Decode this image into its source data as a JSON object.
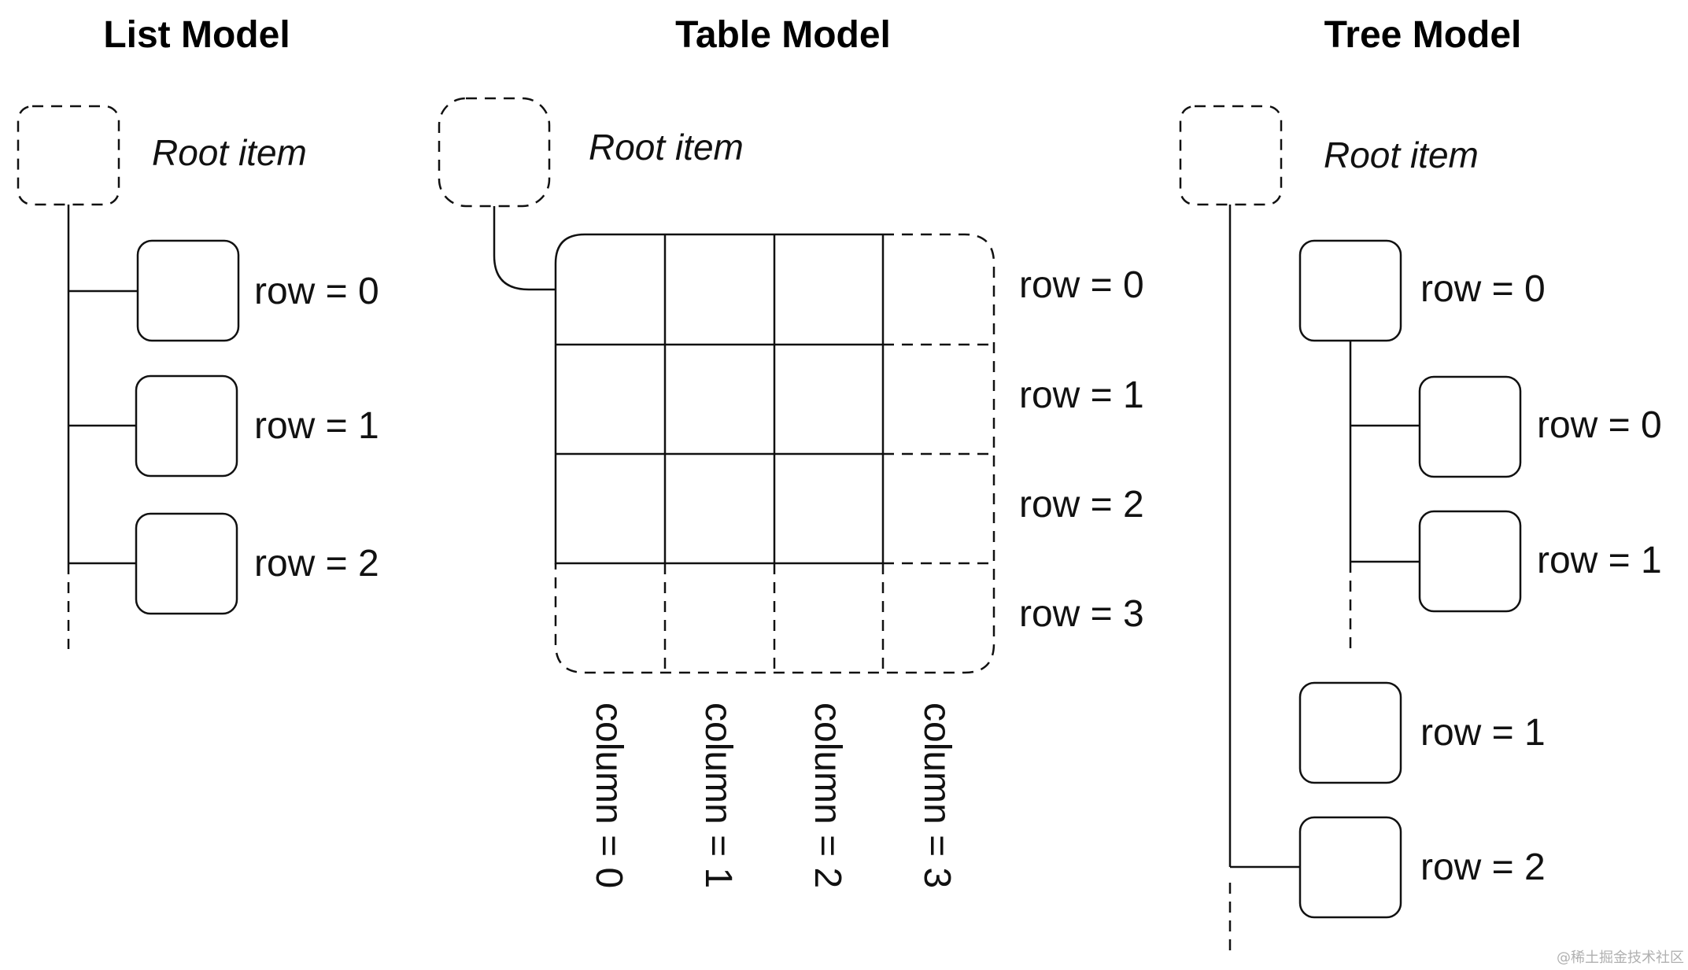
{
  "list_model": {
    "title": "List Model",
    "root_label": "Root item",
    "rows": [
      "row = 0",
      "row = 1",
      "row = 2"
    ]
  },
  "table_model": {
    "title": "Table Model",
    "root_label": "Root item",
    "rows": [
      "row = 0",
      "row = 1",
      "row = 2",
      "row = 3"
    ],
    "columns": [
      "column = 0",
      "column = 1",
      "column = 2",
      "column = 3"
    ]
  },
  "tree_model": {
    "title": "Tree Model",
    "root_label": "Root item",
    "top_rows": [
      "row = 0",
      "row = 1",
      "row = 2"
    ],
    "child_rows": [
      "row = 0",
      "row = 1"
    ]
  },
  "watermark": "@稀土掘金技术社区"
}
